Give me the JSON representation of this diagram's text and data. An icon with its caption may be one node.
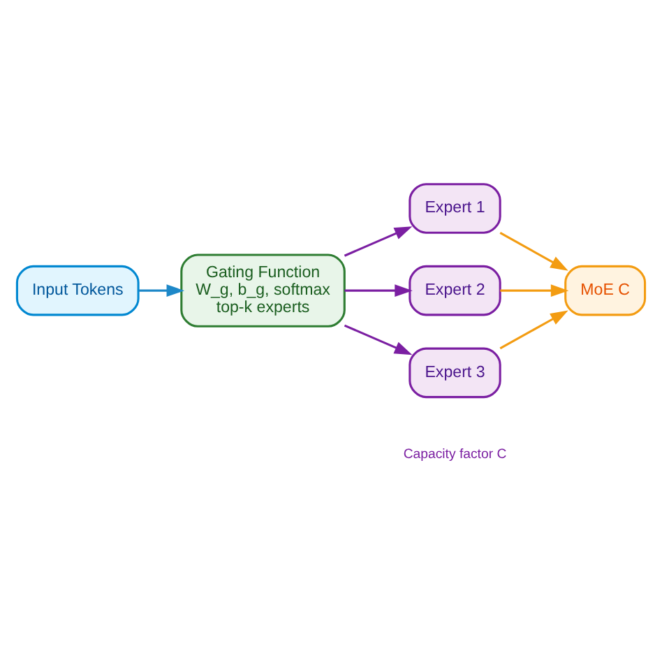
{
  "diagram": {
    "nodes": [
      {
        "text": [
          "Input Tokens"
        ]
      },
      {
        "text": [
          "Gating Function",
          "W_g, b_g, softmax",
          "top-k experts"
        ]
      },
      {
        "text": [
          "Expert 1"
        ]
      },
      {
        "text": [
          "Expert 2"
        ]
      },
      {
        "text": [
          "Expert 3"
        ],
        "beside": [
          "Capacity factor C"
        ]
      },
      {
        "text": [
          "MoE C"
        ]
      }
    ],
    "edges": [
      {
        "from": 0,
        "to": 1,
        "arrow": "to",
        "color": "#1e88c8"
      },
      {
        "from": 1,
        "to": 2,
        "arrow": "to",
        "color": "#7b1fa2"
      },
      {
        "from": 1,
        "to": 3,
        "arrow": "to",
        "color": "#7b1fa2"
      },
      {
        "from": 1,
        "to": 4,
        "arrow": "to",
        "color": "#7b1fa2"
      },
      {
        "from": 2,
        "to": 5,
        "arrow": "to",
        "color": "#f39c12"
      },
      {
        "from": 3,
        "to": 5,
        "arrow": "to",
        "color": "#f39c12"
      },
      {
        "from": 4,
        "to": 5,
        "arrow": "to",
        "color": "#f39c12"
      }
    ]
  }
}
